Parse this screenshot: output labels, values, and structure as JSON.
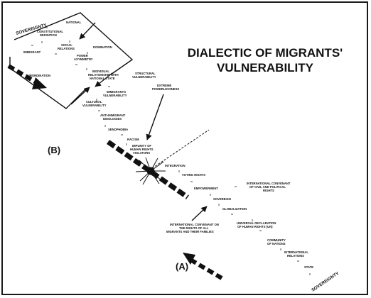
{
  "title": {
    "line1": "DIALECTIC OF MIGRANTS'",
    "line2": "VULNERABILITY"
  },
  "part_labels": {
    "b": "(B)",
    "a": "(A)"
  },
  "upper_chain": {
    "sovereignty": "SOVEREIGNTY",
    "national": "NATIONAL",
    "constitutional_1": "CONSTITUTIONAL",
    "constitutional_2": "DEFINITION",
    "immigrant": "IMMIGRANT",
    "social_1": "SOCIAL",
    "social_2": "RELATIONS",
    "domination": "DOMINATION",
    "power_1": "POWER",
    "power_2": "ASYMMETRY",
    "subordination": "SUBORDINATION",
    "individual_1": "INDIVIDUAL",
    "individual_2": "RELATIONSHIP WITH",
    "individual_3": "NATIONAL STATE",
    "structural_1": "STRUCTURAL",
    "structural_2": "VULNERABILITY",
    "immigrants_vul_1": "IMMIGRANTS",
    "immigrants_vul_2": "VULNERABILITY",
    "extreme_1": "EXTREME",
    "extreme_2": "POWERLESSNESS",
    "cultural_1": "CULTURAL",
    "cultural_2": "VULNERABILITY",
    "anti_1": "ANTI-IMMIGRANT",
    "anti_2": "IDEOLOGIES",
    "xenophobia": "XENOPHOBIA",
    "racism": "RACISM",
    "impunity_1": "IMPUNITY OF",
    "impunity_2": "HUMAN RIGHTS",
    "impunity_3": "VIOLATORS"
  },
  "lower_chain": {
    "integration": "INTEGRATION",
    "voting": "VOTING RIGHTS",
    "empowerment": "EMPOWERMENT",
    "iccpr_1": "INTERNATIONAL CONVENANT",
    "iccpr_2": "OF CIVIL AND POLITICAL",
    "iccpr_3": "RIGHTS",
    "sovereign": "SOVEREIGN",
    "globalization": "GLOBALIZATION",
    "icm_1": "INTERNATIONAL CONVENANT ON",
    "icm_2": "THE RIGHTS OF ALL",
    "icm_3": "MIGRANTS AND THEIR FAMILIES",
    "udhr_1": "UNIVERSAL DECLARATION",
    "udhr_2": "OF HUMAN RIGHTS (UN)",
    "community_1": "COMMUNITY",
    "community_2": "OF NATIONS",
    "intl_rel_1": "INTERNATIONAL",
    "intl_rel_2": "RELATIONS",
    "state": "STATE",
    "sovereignty": "SOVEREIGNTY"
  }
}
